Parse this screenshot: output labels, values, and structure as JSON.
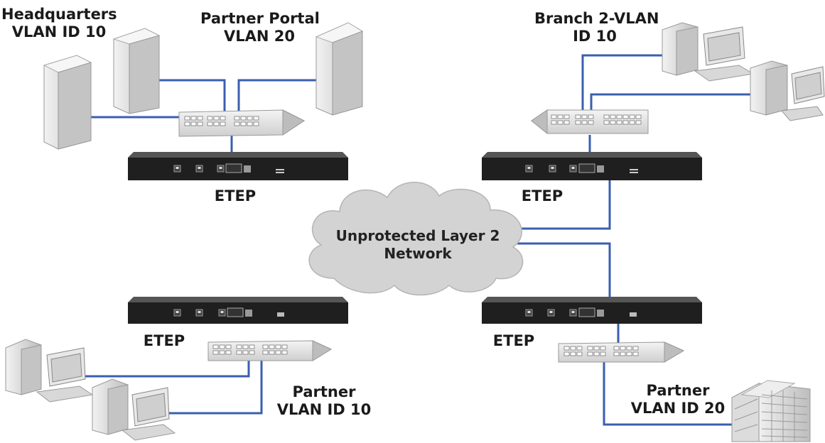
{
  "labels": {
    "headquarters": [
      "Headquarters",
      "VLAN ID 10"
    ],
    "partner_portal": [
      "Partner Portal",
      "VLAN 20"
    ],
    "branch2": [
      "Branch 2-VLAN",
      "ID 10"
    ],
    "etep": "ETEP",
    "cloud": [
      "Unprotected Layer 2",
      "Network"
    ],
    "partner_vlan10": [
      "Partner",
      "VLAN ID 10"
    ],
    "partner_vlan20": [
      "Partner",
      "VLAN ID 20"
    ]
  },
  "colors": {
    "link": "#3a5fb0",
    "device": "#1f1f1f",
    "switch": "#e6e6e6",
    "server": "#d9d9d9",
    "cloud": "#d3d3d3"
  }
}
